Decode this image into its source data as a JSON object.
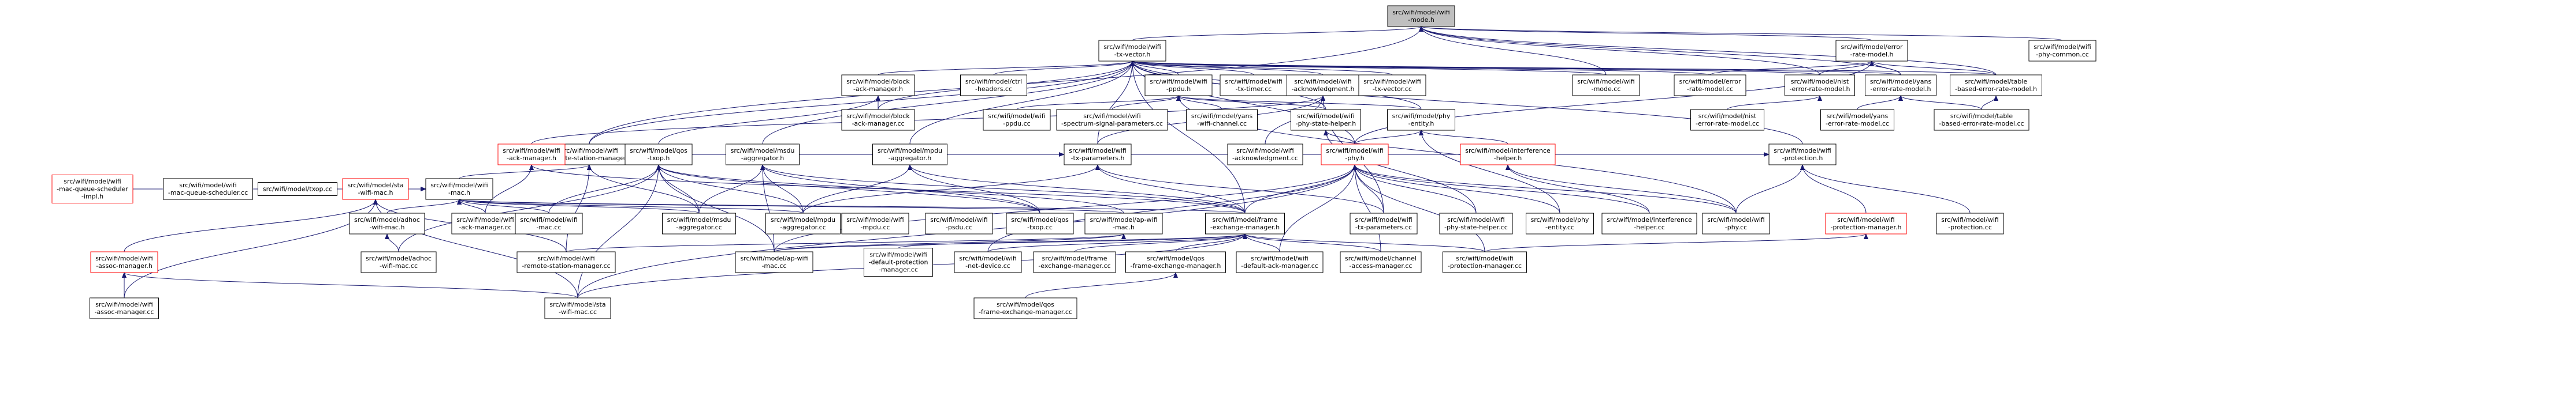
{
  "colors": {
    "root_fill": "#bfbfbf",
    "node_fill": "#ffffff",
    "node_border": "#000000",
    "incomplete_border": "#ff0000",
    "edge": "#191970"
  },
  "nodes": [
    {
      "id": "root",
      "lines": [
        "src/wifi/model/wifi",
        "-mode.h"
      ],
      "root": true
    },
    {
      "id": "txvector",
      "lines": [
        "src/wifi/model/wifi",
        "-tx-vector.h"
      ]
    },
    {
      "id": "errrate",
      "lines": [
        "src/wifi/model/error",
        "-rate-model.h"
      ]
    },
    {
      "id": "phycommon",
      "lines": [
        "src/wifi/model/wifi",
        "-phy-common.cc"
      ]
    },
    {
      "id": "rsm",
      "lines": [
        "src/wifi/model/wifi",
        "-remote-station-manager.h"
      ]
    },
    {
      "id": "blockack",
      "lines": [
        "src/wifi/model/block",
        "-ack-manager.h"
      ]
    },
    {
      "id": "ctrlhdr",
      "lines": [
        "src/wifi/model/ctrl",
        "-headers.cc"
      ]
    },
    {
      "id": "ppdu",
      "lines": [
        "src/wifi/model/wifi",
        "-ppdu.h"
      ]
    },
    {
      "id": "txtimer",
      "lines": [
        "src/wifi/model/wifi",
        "-tx-timer.cc"
      ]
    },
    {
      "id": "ackh",
      "lines": [
        "src/wifi/model/wifi",
        "-acknowledgment.h"
      ]
    },
    {
      "id": "txvcc",
      "lines": [
        "src/wifi/model/wifi",
        "-tx-vector.cc"
      ]
    },
    {
      "id": "modecc",
      "lines": [
        "src/wifi/model/wifi",
        "-mode.cc"
      ]
    },
    {
      "id": "errcc",
      "lines": [
        "src/wifi/model/error",
        "-rate-model.cc"
      ]
    },
    {
      "id": "nisth",
      "lines": [
        "src/wifi/model/nist",
        "-error-rate-model.h"
      ]
    },
    {
      "id": "yansh",
      "lines": [
        "src/wifi/model/yans",
        "-error-rate-model.h"
      ]
    },
    {
      "id": "tableh",
      "lines": [
        "src/wifi/model/table",
        "-based-error-rate-model.h"
      ]
    },
    {
      "id": "blockcc",
      "lines": [
        "src/wifi/model/block",
        "-ack-manager.cc"
      ]
    },
    {
      "id": "ppducc",
      "lines": [
        "src/wifi/model/wifi",
        "-ppdu.cc"
      ]
    },
    {
      "id": "spectrum",
      "lines": [
        "src/wifi/model/wifi",
        "-spectrum-signal-parameters.cc"
      ]
    },
    {
      "id": "yanschan",
      "lines": [
        "src/wifi/model/yans",
        "-wifi-channel.cc"
      ]
    },
    {
      "id": "pshh",
      "lines": [
        "src/wifi/model/wifi",
        "-phy-state-helper.h"
      ]
    },
    {
      "id": "phyent",
      "lines": [
        "src/wifi/model/phy",
        "-entity.h"
      ]
    },
    {
      "id": "nistcc",
      "lines": [
        "src/wifi/model/nist",
        "-error-rate-model.cc"
      ]
    },
    {
      "id": "yanscc",
      "lines": [
        "src/wifi/model/yans",
        "-error-rate-model.cc"
      ]
    },
    {
      "id": "tablecc",
      "lines": [
        "src/wifi/model/table",
        "-based-error-rate-model.cc"
      ]
    },
    {
      "id": "ackhcc",
      "lines": [
        "src/wifi/model/wifi",
        "-acknowledgment.cc"
      ]
    },
    {
      "id": "txph",
      "lines": [
        "src/wifi/model/wifi",
        "-tx-parameters.h"
      ]
    },
    {
      "id": "msduh",
      "lines": [
        "src/wifi/model/msdu",
        "-aggregator.h"
      ]
    },
    {
      "id": "mpduh",
      "lines": [
        "src/wifi/model/mpdu",
        "-aggregator.h"
      ]
    },
    {
      "id": "qosh",
      "lines": [
        "src/wifi/model/qos",
        "-txop.h"
      ]
    },
    {
      "id": "ackmh",
      "lines": [
        "src/wifi/model/wifi",
        "-ack-manager.h"
      ],
      "incomplete": true
    },
    {
      "id": "phyh",
      "lines": [
        "src/wifi/model/wifi",
        "-phy.h"
      ],
      "incomplete": true
    },
    {
      "id": "intfh",
      "lines": [
        "src/wifi/model/interference",
        "-helper.h"
      ],
      "incomplete": true
    },
    {
      "id": "protech",
      "lines": [
        "src/wifi/model/wifi",
        "-protection.h"
      ]
    },
    {
      "id": "mach",
      "lines": [
        "src/wifi/model/wifi",
        "-mac.h"
      ]
    },
    {
      "id": "stah",
      "lines": [
        "src/wifi/model/sta",
        "-wifi-mac.h"
      ],
      "incomplete": true
    },
    {
      "id": "mqsh",
      "lines": [
        "src/wifi/model/wifi",
        "-mac-queue-scheduler",
        "-impl.h"
      ],
      "incomplete": true
    },
    {
      "id": "mqscc",
      "lines": [
        "src/wifi/model/wifi",
        "-mac-queue-scheduler.cc"
      ]
    },
    {
      "id": "txopcc",
      "lines": [
        "src/wifi/model/txop.cc"
      ]
    },
    {
      "id": "adhoch",
      "lines": [
        "src/wifi/model/adhoc",
        "-wifi-mac.h"
      ]
    },
    {
      "id": "ackmcc",
      "lines": [
        "src/wifi/model/wifi",
        "-ack-manager.cc"
      ]
    },
    {
      "id": "maccc",
      "lines": [
        "src/wifi/model/wifi",
        "-mac.cc"
      ]
    },
    {
      "id": "msducc",
      "lines": [
        "src/wifi/model/msdu",
        "-aggregator.cc"
      ]
    },
    {
      "id": "mpducc",
      "lines": [
        "src/wifi/model/mpdu",
        "-aggregator.cc"
      ]
    },
    {
      "id": "wmpducc",
      "lines": [
        "src/wifi/model/wifi",
        "-mpdu.cc"
      ]
    },
    {
      "id": "psducc",
      "lines": [
        "src/wifi/model/wifi",
        "-psdu.cc"
      ]
    },
    {
      "id": "qoscc",
      "lines": [
        "src/wifi/model/qos",
        "-txop.cc"
      ]
    },
    {
      "id": "aph",
      "lines": [
        "src/wifi/model/ap-wifi",
        "-mac.h"
      ]
    },
    {
      "id": "femh",
      "lines": [
        "src/wifi/model/frame",
        "-exchange-manager.h"
      ]
    },
    {
      "id": "txpcc",
      "lines": [
        "src/wifi/model/wifi",
        "-tx-parameters.cc"
      ]
    },
    {
      "id": "pshcc",
      "lines": [
        "src/wifi/model/wifi",
        "-phy-state-helper.cc"
      ]
    },
    {
      "id": "phyentcc",
      "lines": [
        "src/wifi/model/phy",
        "-entity.cc"
      ]
    },
    {
      "id": "intfcc",
      "lines": [
        "src/wifi/model/interference",
        "-helper.cc"
      ]
    },
    {
      "id": "phycc",
      "lines": [
        "src/wifi/model/wifi",
        "-phy.cc"
      ]
    },
    {
      "id": "protmh",
      "lines": [
        "src/wifi/model/wifi",
        "-protection-manager.h"
      ],
      "incomplete": true
    },
    {
      "id": "protcc",
      "lines": [
        "src/wifi/model/wifi",
        "-protection.cc"
      ]
    },
    {
      "id": "assoch",
      "lines": [
        "src/wifi/model/wifi",
        "-assoc-manager.h"
      ],
      "incomplete": true
    },
    {
      "id": "adhoccc",
      "lines": [
        "src/wifi/model/adhoc",
        "-wifi-mac.cc"
      ]
    },
    {
      "id": "rsmcc",
      "lines": [
        "src/wifi/model/wifi",
        "-remote-station-manager.cc"
      ]
    },
    {
      "id": "apcc",
      "lines": [
        "src/wifi/model/ap-wifi",
        "-mac.cc"
      ]
    },
    {
      "id": "dpmcc",
      "lines": [
        "src/wifi/model/wifi",
        "-default-protection",
        "-manager.cc"
      ]
    },
    {
      "id": "netdev",
      "lines": [
        "src/wifi/model/wifi",
        "-net-device.cc"
      ]
    },
    {
      "id": "femcc",
      "lines": [
        "src/wifi/model/frame",
        "-exchange-manager.cc"
      ]
    },
    {
      "id": "qosfemh",
      "lines": [
        "src/wifi/model/qos",
        "-frame-exchange-manager.h"
      ]
    },
    {
      "id": "dacc",
      "lines": [
        "src/wifi/model/wifi",
        "-default-ack-manager.cc"
      ]
    },
    {
      "id": "chacc",
      "lines": [
        "src/wifi/model/channel",
        "-access-manager.cc"
      ]
    },
    {
      "id": "protmcc",
      "lines": [
        "src/wifi/model/wifi",
        "-protection-manager.cc"
      ]
    },
    {
      "id": "assoccc",
      "lines": [
        "src/wifi/model/wifi",
        "-assoc-manager.cc"
      ]
    },
    {
      "id": "stacc",
      "lines": [
        "src/wifi/model/sta",
        "-wifi-mac.cc"
      ]
    },
    {
      "id": "qosfemcc",
      "lines": [
        "src/wifi/model/qos",
        "-frame-exchange-manager.cc"
      ]
    }
  ],
  "edges": [
    [
      "txvector",
      "root"
    ],
    [
      "errrate",
      "root"
    ],
    [
      "phycommon",
      "root"
    ],
    [
      "rsm",
      "root"
    ],
    [
      "modecc",
      "root"
    ],
    [
      "nisth",
      "root"
    ],
    [
      "yansh",
      "root"
    ],
    [
      "tableh",
      "root"
    ],
    [
      "rsm",
      "txvector"
    ],
    [
      "blockack",
      "txvector"
    ],
    [
      "ctrlhdr",
      "txvector"
    ],
    [
      "ppdu",
      "txvector"
    ],
    [
      "txtimer",
      "txvector"
    ],
    [
      "ackh",
      "txvector"
    ],
    [
      "txvcc",
      "txvector"
    ],
    [
      "modecc",
      "txvector"
    ],
    [
      "errcc",
      "txvector"
    ],
    [
      "nisth",
      "txvector"
    ],
    [
      "yansh",
      "txvector"
    ],
    [
      "tableh",
      "txvector"
    ],
    [
      "blockcc",
      "txvector"
    ],
    [
      "txph",
      "txvector"
    ],
    [
      "msduh",
      "txvector"
    ],
    [
      "mpduh",
      "txvector"
    ],
    [
      "pshh",
      "txvector"
    ],
    [
      "phyent",
      "txvector"
    ],
    [
      "femh",
      "txvector"
    ],
    [
      "phyh",
      "txvector"
    ],
    [
      "protech",
      "txvector"
    ],
    [
      "errcc",
      "errrate"
    ],
    [
      "nisth",
      "errrate"
    ],
    [
      "yansh",
      "errrate"
    ],
    [
      "tableh",
      "errrate"
    ],
    [
      "phyh",
      "errrate"
    ],
    [
      "nistcc",
      "nisth"
    ],
    [
      "yanscc",
      "yansh"
    ],
    [
      "tablecc",
      "yansh"
    ],
    [
      "tablecc",
      "tableh"
    ],
    [
      "blockcc",
      "blockack"
    ],
    [
      "qosh",
      "blockack"
    ],
    [
      "ppducc",
      "ppdu"
    ],
    [
      "spectrum",
      "ppdu"
    ],
    [
      "yanschan",
      "ppdu"
    ],
    [
      "pshh",
      "ppdu"
    ],
    [
      "phyent",
      "ppdu"
    ],
    [
      "phycc",
      "ppdu"
    ],
    [
      "ackhcc",
      "ackh"
    ],
    [
      "ackmh",
      "ackh"
    ],
    [
      "txph",
      "ackh"
    ],
    [
      "txpcc",
      "ackh"
    ],
    [
      "phyh",
      "pshh"
    ],
    [
      "pshcc",
      "pshh"
    ],
    [
      "phyh",
      "phyent"
    ],
    [
      "intfh",
      "phyent"
    ],
    [
      "phyentcc",
      "phyent"
    ],
    [
      "mach",
      "rsm"
    ],
    [
      "rsmcc",
      "rsm"
    ],
    [
      "msducc",
      "rsm"
    ],
    [
      "qosh",
      "txph"
    ],
    [
      "femh",
      "txph"
    ],
    [
      "txpcc",
      "txph"
    ],
    [
      "mpducc",
      "txph"
    ],
    [
      "msducc",
      "msduh"
    ],
    [
      "mpducc",
      "msduh"
    ],
    [
      "qoscc",
      "msduh"
    ],
    [
      "apcc",
      "msduh"
    ],
    [
      "femh",
      "msduh"
    ],
    [
      "mpducc",
      "mpduh"
    ],
    [
      "qoscc",
      "mpduh"
    ],
    [
      "femh",
      "mpduh"
    ],
    [
      "maccc",
      "qosh"
    ],
    [
      "msducc",
      "qosh"
    ],
    [
      "mpducc",
      "qosh"
    ],
    [
      "qoscc",
      "qosh"
    ],
    [
      "aph",
      "qosh"
    ],
    [
      "adhoccc",
      "qosh"
    ],
    [
      "stacc",
      "qosh"
    ],
    [
      "apcc",
      "qosh"
    ],
    [
      "ackmcc",
      "ackmh"
    ],
    [
      "femh",
      "ackmh"
    ],
    [
      "femh",
      "phyh"
    ],
    [
      "txpcc",
      "phyh"
    ],
    [
      "pshcc",
      "phyh"
    ],
    [
      "phyentcc",
      "phyh"
    ],
    [
      "intfcc",
      "phyh"
    ],
    [
      "phycc",
      "phyh"
    ],
    [
      "apcc",
      "phyh"
    ],
    [
      "netdev",
      "phyh"
    ],
    [
      "stacc",
      "phyh"
    ],
    [
      "chacc",
      "phyh"
    ],
    [
      "dacc",
      "phyh"
    ],
    [
      "protmcc",
      "phyh"
    ],
    [
      "intfcc",
      "intfh"
    ],
    [
      "phycc",
      "intfh"
    ],
    [
      "protcc",
      "protech"
    ],
    [
      "protmh",
      "protech"
    ],
    [
      "phycc",
      "protech"
    ],
    [
      "txph",
      "protech"
    ],
    [
      "stah",
      "mach"
    ],
    [
      "mqsh",
      "mach"
    ],
    [
      "mqscc",
      "mach"
    ],
    [
      "txopcc",
      "mach"
    ],
    [
      "adhoch",
      "mach"
    ],
    [
      "ackmcc",
      "mach"
    ],
    [
      "maccc",
      "mach"
    ],
    [
      "msducc",
      "mach"
    ],
    [
      "mpducc",
      "mach"
    ],
    [
      "aph",
      "mach"
    ],
    [
      "femh",
      "mach"
    ],
    [
      "assoch",
      "stah"
    ],
    [
      "assoccc",
      "stah"
    ],
    [
      "stacc",
      "stah"
    ],
    [
      "rsmcc",
      "stah"
    ],
    [
      "adhoccc",
      "adhoch"
    ],
    [
      "assoccc",
      "assoch"
    ],
    [
      "stacc",
      "assoch"
    ],
    [
      "apcc",
      "aph"
    ],
    [
      "rsmcc",
      "aph"
    ],
    [
      "dpmcc",
      "femh"
    ],
    [
      "netdev",
      "femh"
    ],
    [
      "femcc",
      "femh"
    ],
    [
      "qosfemh",
      "femh"
    ],
    [
      "dacc",
      "femh"
    ],
    [
      "chacc",
      "femh"
    ],
    [
      "protmcc",
      "femh"
    ],
    [
      "apcc",
      "femh"
    ],
    [
      "stacc",
      "femh"
    ],
    [
      "qosfemcc",
      "qosfemh"
    ],
    [
      "protmcc",
      "protmh"
    ]
  ]
}
